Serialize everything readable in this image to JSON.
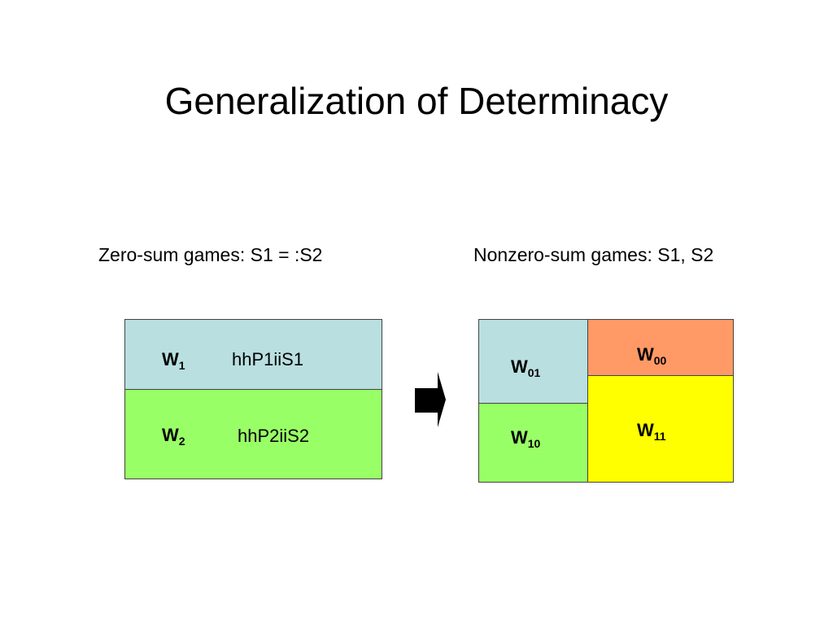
{
  "title": "Generalization of Determinacy",
  "captions": {
    "left": "Zero-sum games: S1 = :S2",
    "right": "Nonzero-sum games: S1, S2"
  },
  "left_diagram": {
    "top": {
      "w": "W",
      "sub": "1",
      "predicate": "hhP1iiS1",
      "color": "#b9dfe1"
    },
    "bottom": {
      "w": "W",
      "sub": "2",
      "predicate": "hhP2iiS2",
      "color": "#99ff66"
    }
  },
  "right_diagram": {
    "w01": {
      "w": "W",
      "sub": "01",
      "color": "#b9dfe1"
    },
    "w10": {
      "w": "W",
      "sub": "10",
      "color": "#99ff66"
    },
    "w00": {
      "w": "W",
      "sub": "00",
      "color": "#ff9966"
    },
    "w11": {
      "w": "W",
      "sub": "11",
      "color": "#ffff00"
    }
  },
  "arrow": {
    "icon": "right-arrow-icon",
    "color": "#000000"
  }
}
